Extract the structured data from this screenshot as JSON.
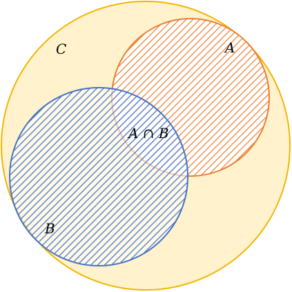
{
  "diagram": {
    "labels": {
      "c": "C",
      "a": "A",
      "b": "B",
      "intersection": "A ∩ B"
    },
    "colors": {
      "universe_fill": "#FFF2CC",
      "universe_stroke": "#F4B400",
      "set_a_stroke": "#ED7D31",
      "set_b_stroke": "#4472C4"
    }
  }
}
